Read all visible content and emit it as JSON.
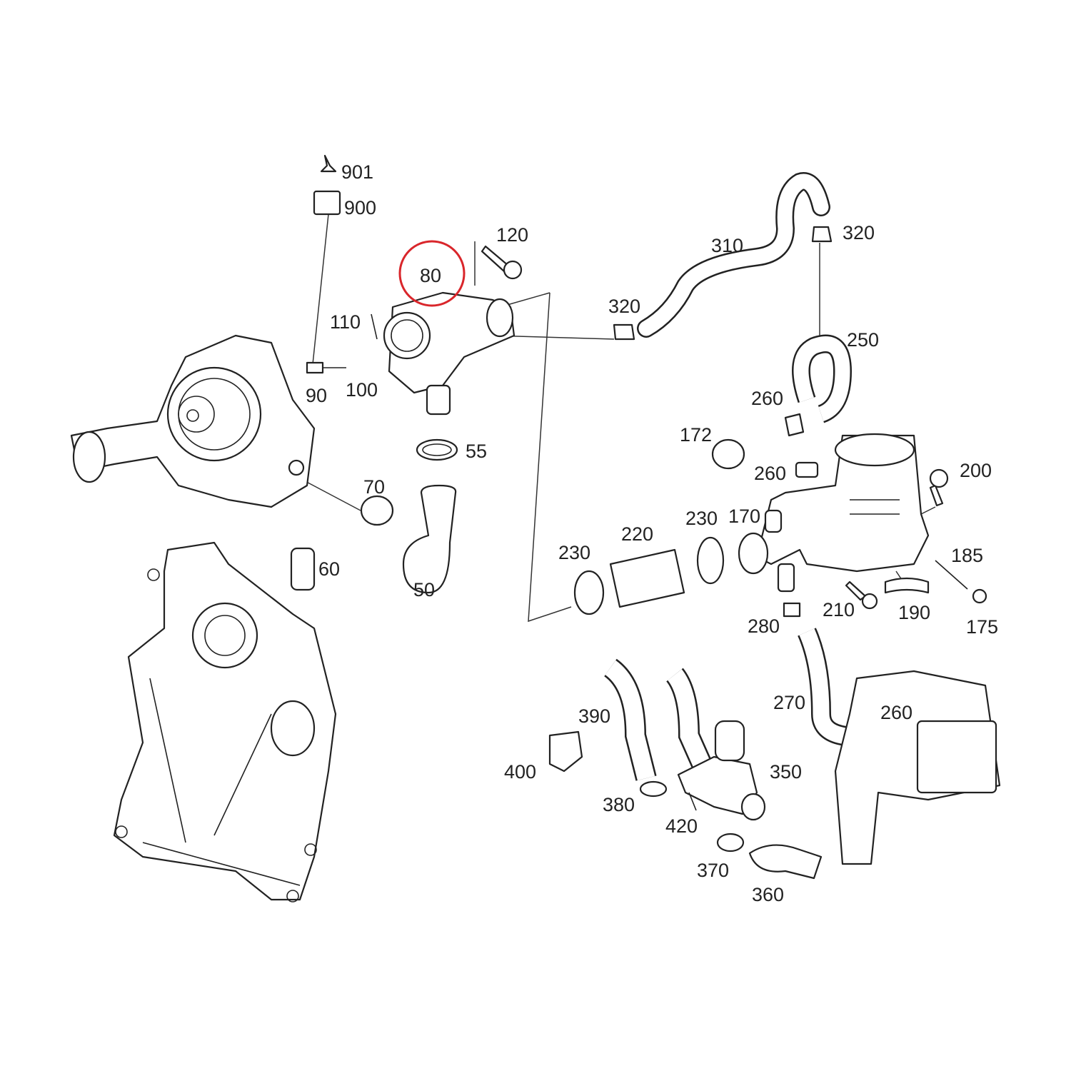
{
  "diagram": {
    "highlight_color": "#d9262b",
    "highlighted_part": "80",
    "labels": [
      "901",
      "900",
      "120",
      "80",
      "310",
      "320",
      "320",
      "110",
      "250",
      "90",
      "100",
      "260",
      "172",
      "55",
      "260",
      "200",
      "70",
      "220",
      "230",
      "170",
      "230",
      "185",
      "60",
      "50",
      "210",
      "190",
      "280",
      "175",
      "270",
      "260",
      "390",
      "400",
      "350",
      "380",
      "420",
      "370",
      "360"
    ]
  }
}
